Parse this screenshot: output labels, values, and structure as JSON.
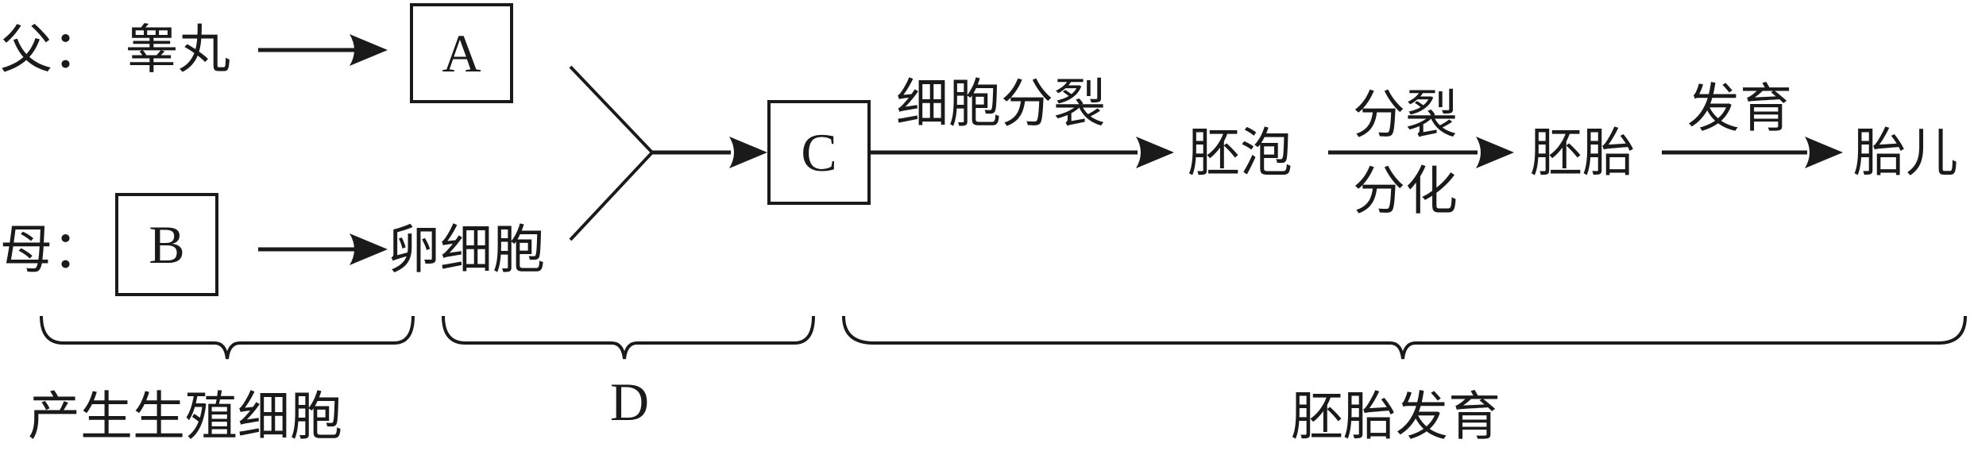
{
  "diagram": {
    "father": {
      "label": "父：",
      "organ": "睾丸",
      "box": "A"
    },
    "mother": {
      "label": "母：",
      "box": "B",
      "product": "卵细胞"
    },
    "fusion_box": "C",
    "steps": [
      {
        "from": "C",
        "to": "胚泡",
        "above": "细胞分裂",
        "below": ""
      },
      {
        "from": "胚泡",
        "to": "胚胎",
        "above": "分裂",
        "below": "分化"
      },
      {
        "from": "胚胎",
        "to": "胎儿",
        "above": "发育",
        "below": ""
      }
    ],
    "nodes": {
      "blastocyst": "胚泡",
      "embryo": "胚胎",
      "fetus": "胎儿"
    },
    "braces": [
      {
        "label": "产生生殖细胞"
      },
      {
        "label": "D"
      },
      {
        "label": "胚胎发育"
      }
    ]
  },
  "colors": {
    "ink": "#1a1a1a",
    "background": "#ffffff"
  }
}
